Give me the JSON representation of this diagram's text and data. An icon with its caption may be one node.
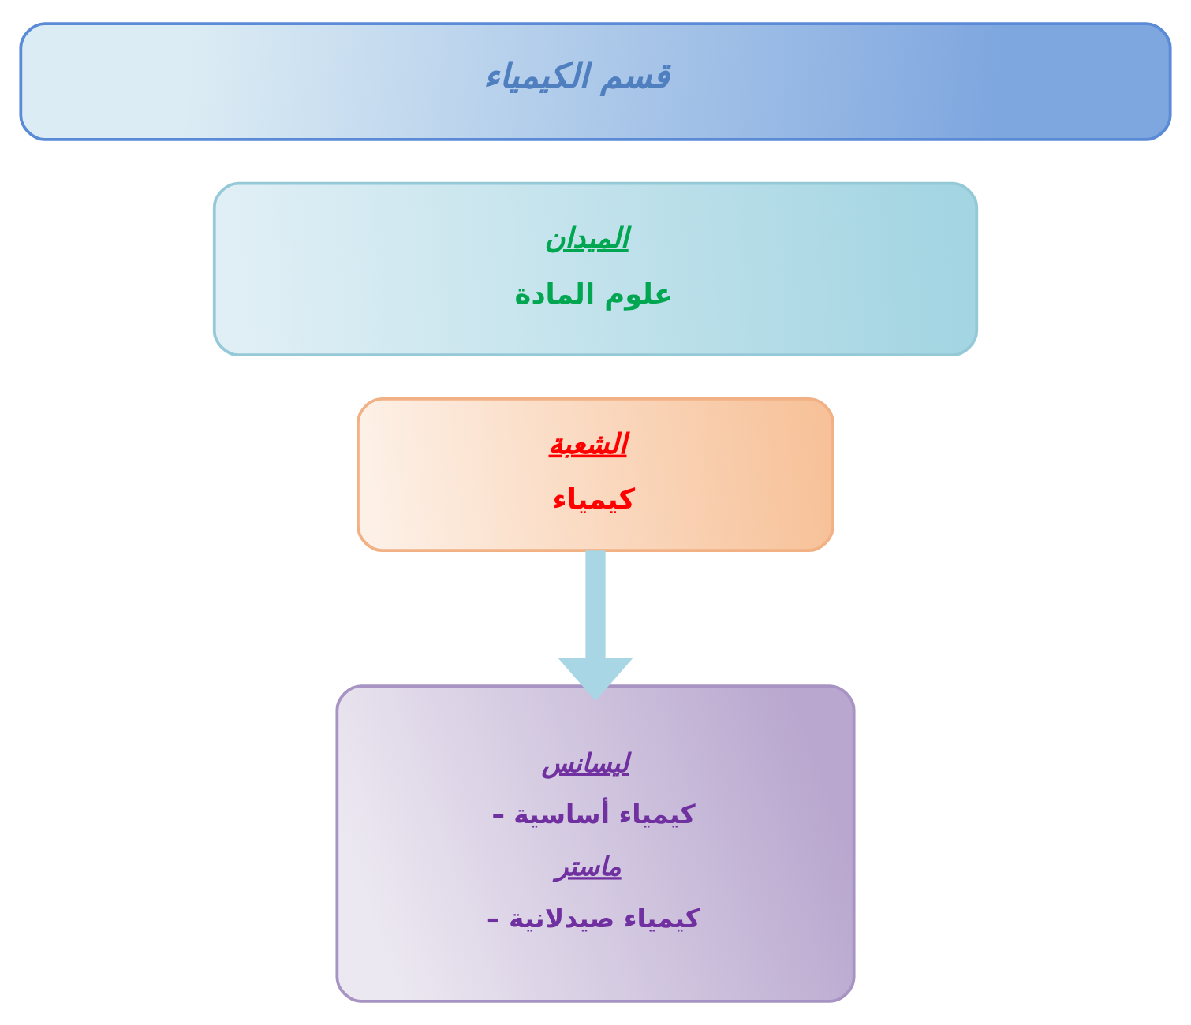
{
  "diagram": {
    "nodes": [
      {
        "text": [
          "قسم الكيمياء"
        ]
      },
      {
        "text": [
          "الميدان",
          "علوم المادة"
        ]
      },
      {
        "text": [
          "الشعبة",
          "كيمياء"
        ]
      },
      {
        "text": [
          "ليسانس",
          "– كيمياء أساسية",
          "ماستر",
          "– كيمياء صيدلانية"
        ]
      }
    ],
    "edges": [
      {
        "from": 2,
        "to": 3,
        "arrow": "to"
      }
    ]
  }
}
